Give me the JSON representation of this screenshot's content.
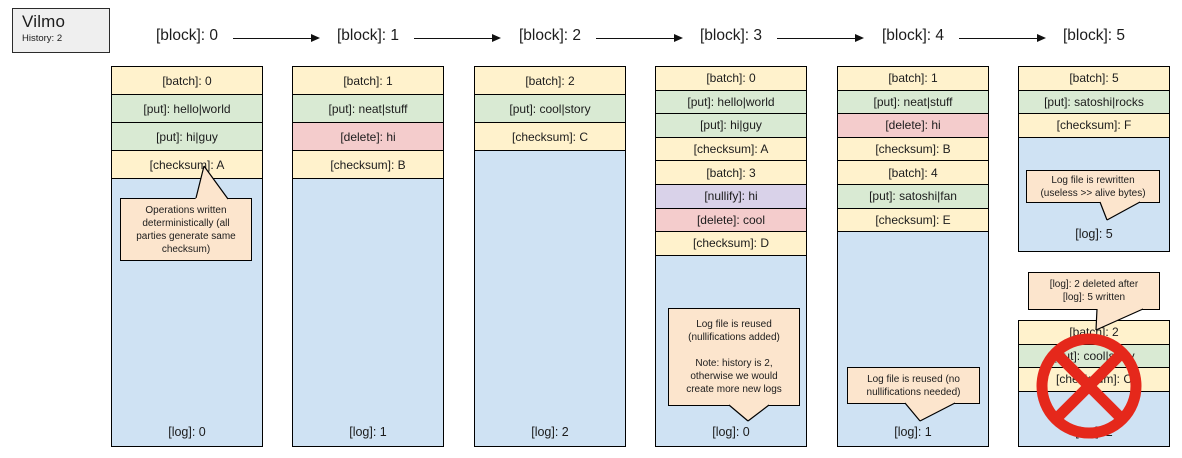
{
  "legend": {
    "title": "Vilmo",
    "subtitle": "History: 2"
  },
  "colors": {
    "row_yellow": "#fff2cc",
    "row_green": "#d9ead3",
    "row_pink": "#f4cccc",
    "row_purple": "#d9d2e9",
    "log_blue": "#cfe2f3",
    "note_peach": "#fce5cd",
    "legend_gray": "#efefef",
    "prohibited_red": "#e5281b"
  },
  "blocks": [
    {
      "header": "[block]: 0",
      "rows": [
        {
          "type": "batch",
          "text": "[batch]: 0"
        },
        {
          "type": "put",
          "text": "[put]: hello|world"
        },
        {
          "type": "put",
          "text": "[put]: hi|guy"
        },
        {
          "type": "checksum",
          "text": "[checksum]: A"
        }
      ],
      "log": "[log]: 0",
      "note": "Operations written\ndeterministically (all\nparties generate same\nchecksum)"
    },
    {
      "header": "[block]: 1",
      "rows": [
        {
          "type": "batch",
          "text": "[batch]: 1"
        },
        {
          "type": "put",
          "text": "[put]: neat|stuff"
        },
        {
          "type": "delete",
          "text": "[delete]: hi"
        },
        {
          "type": "checksum",
          "text": "[checksum]: B"
        }
      ],
      "log": "[log]: 1"
    },
    {
      "header": "[block]: 2",
      "rows": [
        {
          "type": "batch",
          "text": "[batch]: 2"
        },
        {
          "type": "put",
          "text": "[put]: cool|story"
        },
        {
          "type": "checksum",
          "text": "[checksum]: C"
        }
      ],
      "log": "[log]: 2"
    },
    {
      "header": "[block]: 3",
      "rows": [
        {
          "type": "batch",
          "text": "[batch]: 0"
        },
        {
          "type": "put",
          "text": "[put]: hello|world"
        },
        {
          "type": "put",
          "text": "[put]: hi|guy"
        },
        {
          "type": "checksum",
          "text": "[checksum]: A"
        },
        {
          "type": "batch",
          "text": "[batch]: 3"
        },
        {
          "type": "nullify",
          "text": "[nullify]: hi"
        },
        {
          "type": "delete",
          "text": "[delete]: cool"
        },
        {
          "type": "checksum",
          "text": "[checksum]: D"
        }
      ],
      "log": "[log]: 0",
      "note": "Log file is reused\n(nullifications added)\n\nNote: history is 2,\notherwise we would\ncreate more new logs"
    },
    {
      "header": "[block]: 4",
      "rows": [
        {
          "type": "batch",
          "text": "[batch]: 1"
        },
        {
          "type": "put",
          "text": "[put]: neat|stuff"
        },
        {
          "type": "delete",
          "text": "[delete]: hi"
        },
        {
          "type": "checksum",
          "text": "[checksum]: B"
        },
        {
          "type": "batch",
          "text": "[batch]: 4"
        },
        {
          "type": "put",
          "text": "[put]: satoshi|fan"
        },
        {
          "type": "checksum",
          "text": "[checksum]: E"
        }
      ],
      "log": "[log]: 1",
      "note": "Log file is reused (no\nnullifications needed)"
    },
    {
      "header": "[block]: 5",
      "rows": [
        {
          "type": "batch",
          "text": "[batch]: 5"
        },
        {
          "type": "put",
          "text": "[put]: satoshi|rocks"
        },
        {
          "type": "checksum",
          "text": "[checksum]: F"
        }
      ],
      "log": "[log]: 5",
      "note": "Log file is rewritten\n(useless >> alive bytes)"
    }
  ],
  "deleted_log": {
    "note": "[log]: 2 deleted after\n[log]: 5 written",
    "rows": [
      {
        "type": "batch",
        "text": "[batch]: 2"
      },
      {
        "type": "put",
        "text": "[put]: cool|story"
      },
      {
        "type": "checksum",
        "text": "[checksum]: C"
      }
    ],
    "log": "[log]: 2"
  }
}
